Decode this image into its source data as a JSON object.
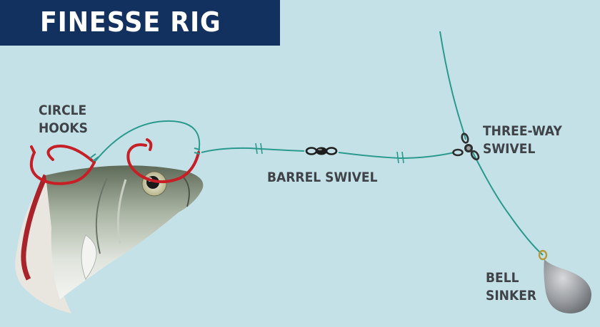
{
  "title": "FINESSE RIG",
  "labels": {
    "circle_hooks": [
      "CIRCLE",
      "HOOKS"
    ],
    "barrel_swivel": [
      "BARREL SWIVEL"
    ],
    "three_way_swivel": [
      "THREE-WAY",
      "SWIVEL"
    ],
    "bell_sinker": [
      "BELL",
      "SINKER"
    ]
  },
  "colors": {
    "background": "#c4e1e8",
    "banner": "#13315f",
    "line": "#2a9a8c",
    "hook": "#c62026",
    "label_text": "#3f4347",
    "sinker": "#8c8f93"
  }
}
